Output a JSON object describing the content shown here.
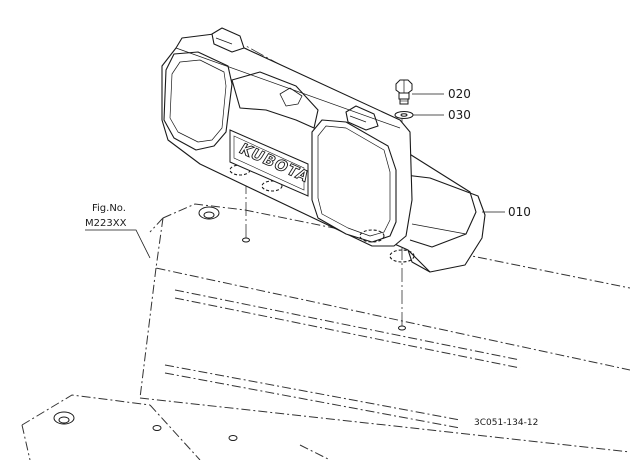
{
  "fig_ref": {
    "line1": "Fig.No.",
    "line2": "M223XX"
  },
  "callouts": [
    {
      "part_number": "020"
    },
    {
      "part_number": "030"
    },
    {
      "part_number": "010"
    }
  ],
  "drawing_number": "3C051-134-12",
  "emblem_text": "KUBOTA",
  "colors": {
    "line": "#1a1a1a",
    "dash": "#333333",
    "background": "#ffffff"
  }
}
